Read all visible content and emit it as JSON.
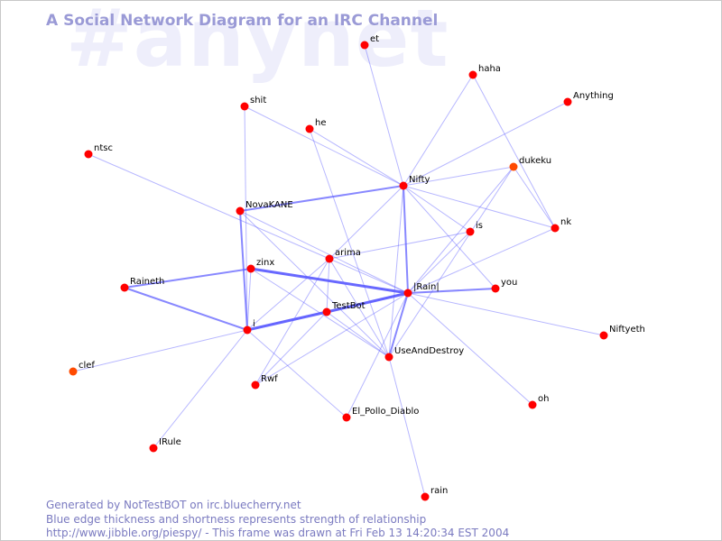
{
  "watermark": "#anynet",
  "title": "A Social Network Diagram for an IRC Channel",
  "footer": {
    "line1": "Generated by NotTestBOT on irc.bluecherry.net",
    "line2": "Blue edge thickness and shortness represents strength of relationship",
    "line3": "http://www.jibble.org/piespy/ - This frame was drawn at Fri Feb 13 14:20:34 EST 2004"
  },
  "colors": {
    "node": "#ff0000",
    "node_alt": "#ff4a00",
    "edge": "#6060ff",
    "title": "#9a9ad6",
    "watermark": "#eeeefb"
  },
  "nodes": [
    {
      "id": "et",
      "label": "et",
      "color": "#ff0000"
    },
    {
      "id": "haha",
      "label": "haha",
      "color": "#ff0000"
    },
    {
      "id": "Anything",
      "label": "Anything",
      "color": "#ff0000"
    },
    {
      "id": "shit",
      "label": "shit",
      "color": "#ff0000"
    },
    {
      "id": "he",
      "label": "he",
      "color": "#ff0000"
    },
    {
      "id": "ntsc",
      "label": "ntsc",
      "color": "#ff0000"
    },
    {
      "id": "dukeku",
      "label": "dukeku",
      "color": "#ff4a00"
    },
    {
      "id": "Nifty",
      "label": "Nifty",
      "color": "#ff0000"
    },
    {
      "id": "NovaKANE",
      "label": "NovaKANE",
      "color": "#ff0000"
    },
    {
      "id": "nk",
      "label": "nk",
      "color": "#ff0000"
    },
    {
      "id": "is",
      "label": "is",
      "color": "#ff0000"
    },
    {
      "id": "arima",
      "label": "arima",
      "color": "#ff0000"
    },
    {
      "id": "zinx",
      "label": "zinx",
      "color": "#ff0000"
    },
    {
      "id": "Raineth",
      "label": "Raineth",
      "color": "#ff0000"
    },
    {
      "id": "Rain",
      "label": "|Rain|",
      "color": "#ff0000"
    },
    {
      "id": "you",
      "label": "you",
      "color": "#ff0000"
    },
    {
      "id": "TestBot",
      "label": "TestBot",
      "color": "#ff0000"
    },
    {
      "id": "i",
      "label": "i",
      "color": "#ff0000"
    },
    {
      "id": "Niftyeth",
      "label": "Niftyeth",
      "color": "#ff0000"
    },
    {
      "id": "UseAndDestroy",
      "label": "UseAndDestroy",
      "color": "#ff0000"
    },
    {
      "id": "clef",
      "label": "clef",
      "color": "#ff4a00"
    },
    {
      "id": "Rwf",
      "label": "Rwf",
      "color": "#ff0000"
    },
    {
      "id": "oh",
      "label": "oh",
      "color": "#ff0000"
    },
    {
      "id": "El_Pollo_Diablo",
      "label": "El_Pollo_Diablo",
      "color": "#ff0000"
    },
    {
      "id": "IRule",
      "label": "IRule",
      "color": "#ff0000"
    },
    {
      "id": "rain",
      "label": "rain",
      "color": "#ff0000"
    }
  ],
  "edges": [
    {
      "from": "TestBot",
      "to": "i",
      "strength": 3
    },
    {
      "from": "TestBot",
      "to": "Rain",
      "strength": 3
    },
    {
      "from": "zinx",
      "to": "Rain",
      "strength": 3
    },
    {
      "from": "Raineth",
      "to": "zinx",
      "strength": 2
    },
    {
      "from": "Rain",
      "to": "you",
      "strength": 2
    },
    {
      "from": "NovaKANE",
      "to": "i",
      "strength": 2
    },
    {
      "from": "Nifty",
      "to": "Rain",
      "strength": 2
    },
    {
      "from": "NovaKANE",
      "to": "Nifty",
      "strength": 2
    },
    {
      "from": "i",
      "to": "zinx",
      "strength": 1
    },
    {
      "from": "Raineth",
      "to": "i",
      "strength": 2
    },
    {
      "from": "i",
      "to": "clef",
      "strength": 1
    },
    {
      "from": "i",
      "to": "IRule",
      "strength": 1
    },
    {
      "from": "i",
      "to": "arima",
      "strength": 1
    },
    {
      "from": "i",
      "to": "El_Pollo_Diablo",
      "strength": 1
    },
    {
      "from": "i",
      "to": "Rain",
      "strength": 1
    },
    {
      "from": "shit",
      "to": "Nifty",
      "strength": 1
    },
    {
      "from": "shit",
      "to": "i",
      "strength": 1
    },
    {
      "from": "he",
      "to": "Nifty",
      "strength": 1
    },
    {
      "from": "he",
      "to": "UseAndDestroy",
      "strength": 1
    },
    {
      "from": "ntsc",
      "to": "arima",
      "strength": 1
    },
    {
      "from": "et",
      "to": "Nifty",
      "strength": 1
    },
    {
      "from": "haha",
      "to": "Nifty",
      "strength": 1
    },
    {
      "from": "haha",
      "to": "nk",
      "strength": 1
    },
    {
      "from": "Anything",
      "to": "Nifty",
      "strength": 1
    },
    {
      "from": "Nifty",
      "to": "dukeku",
      "strength": 1
    },
    {
      "from": "Nifty",
      "to": "nk",
      "strength": 1
    },
    {
      "from": "Nifty",
      "to": "is",
      "strength": 1
    },
    {
      "from": "Nifty",
      "to": "you",
      "strength": 1
    },
    {
      "from": "Nifty",
      "to": "arima",
      "strength": 1
    },
    {
      "from": "Nifty",
      "to": "UseAndDestroy",
      "strength": 1
    },
    {
      "from": "dukeku",
      "to": "Rain",
      "strength": 1
    },
    {
      "from": "dukeku",
      "to": "nk",
      "strength": 1
    },
    {
      "from": "dukeku",
      "to": "UseAndDestroy",
      "strength": 1
    },
    {
      "from": "nk",
      "to": "Rain",
      "strength": 1
    },
    {
      "from": "is",
      "to": "arima",
      "strength": 1
    },
    {
      "from": "is",
      "to": "Rain",
      "strength": 1
    },
    {
      "from": "NovaKANE",
      "to": "Rain",
      "strength": 1
    },
    {
      "from": "NovaKANE",
      "to": "UseAndDestroy",
      "strength": 1
    },
    {
      "from": "arima",
      "to": "Rain",
      "strength": 1
    },
    {
      "from": "arima",
      "to": "TestBot",
      "strength": 1
    },
    {
      "from": "arima",
      "to": "UseAndDestroy",
      "strength": 1
    },
    {
      "from": "arima",
      "to": "Rwf",
      "strength": 1
    },
    {
      "from": "zinx",
      "to": "UseAndDestroy",
      "strength": 1
    },
    {
      "from": "TestBot",
      "to": "UseAndDestroy",
      "strength": 1
    },
    {
      "from": "TestBot",
      "to": "Rwf",
      "strength": 1
    },
    {
      "from": "Rain",
      "to": "UseAndDestroy",
      "strength": 2
    },
    {
      "from": "Rain",
      "to": "Niftyeth",
      "strength": 1
    },
    {
      "from": "Rain",
      "to": "oh",
      "strength": 1
    },
    {
      "from": "Rain",
      "to": "El_Pollo_Diablo",
      "strength": 1
    },
    {
      "from": "Rain",
      "to": "Rwf",
      "strength": 1
    },
    {
      "from": "UseAndDestroy",
      "to": "rain",
      "strength": 1
    }
  ]
}
